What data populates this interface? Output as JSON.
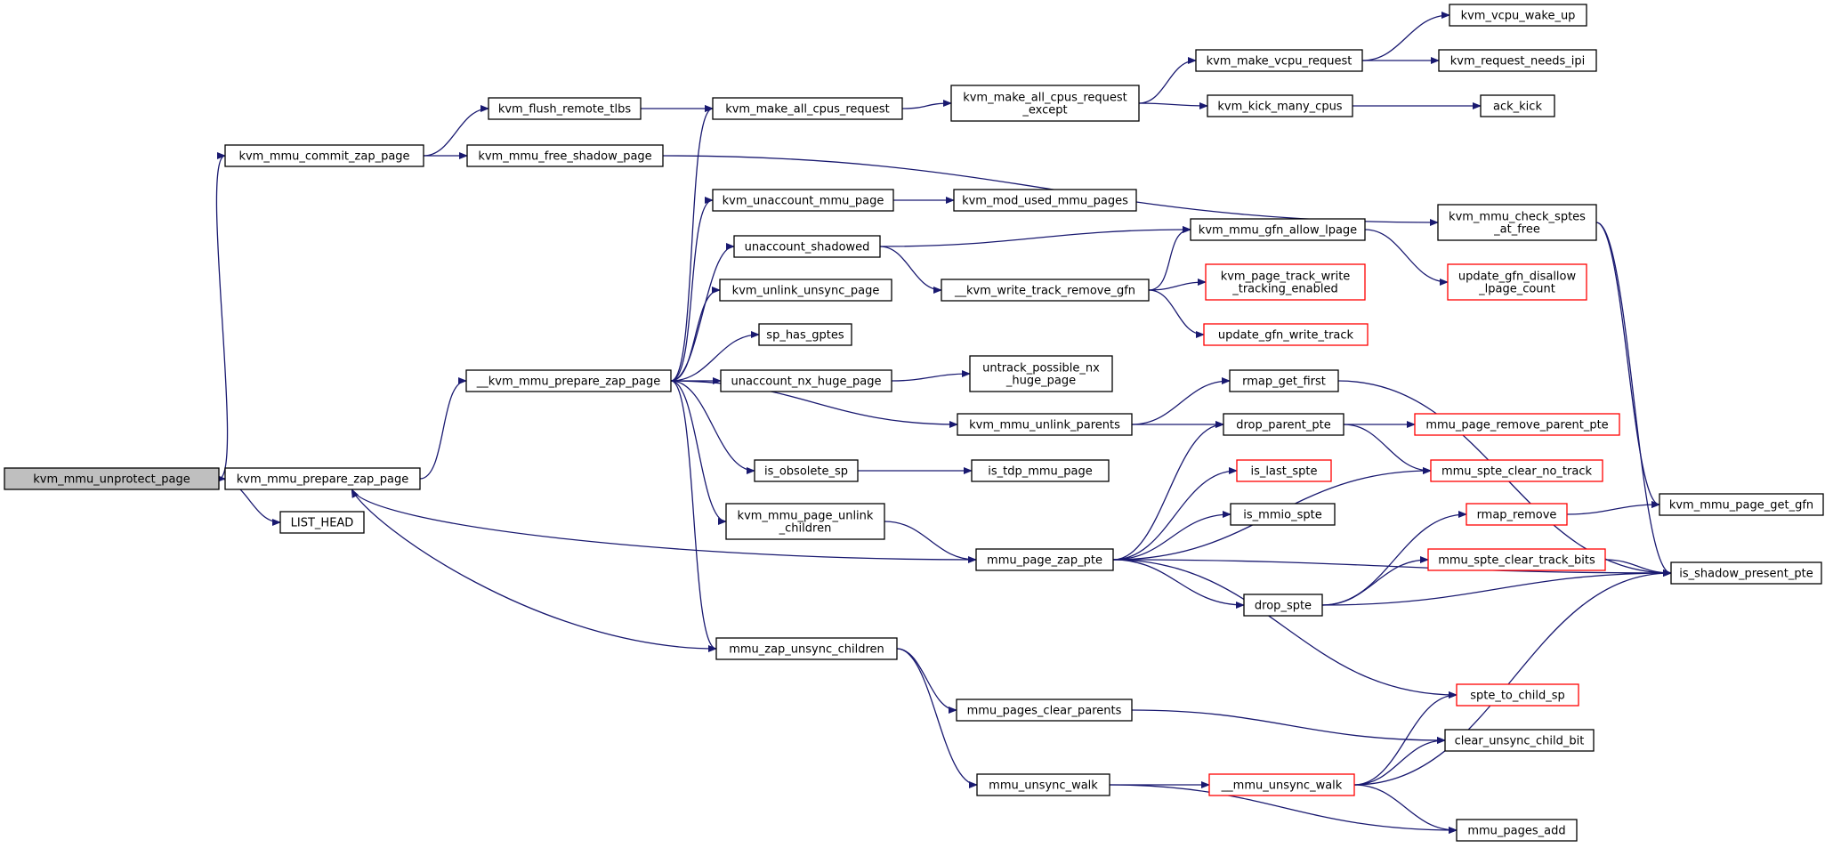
{
  "graph": {
    "type": "call-graph",
    "colors": {
      "edge": "#191970",
      "node_border": "#000000",
      "truncated_border": "#ff0000",
      "root_fill": "#bfbfbf",
      "node_fill": "#ffffff"
    },
    "nodes": [
      {
        "id": "unprotect",
        "label": [
          "kvm_mmu_unprotect_page"
        ],
        "root": true
      },
      {
        "id": "commit_zap",
        "label": [
          "kvm_mmu_commit_zap_page"
        ]
      },
      {
        "id": "prepare_zap",
        "label": [
          "kvm_mmu_prepare_zap_page"
        ]
      },
      {
        "id": "list_head",
        "label": [
          "LIST_HEAD"
        ]
      },
      {
        "id": "flush_tlbs",
        "label": [
          "kvm_flush_remote_tlbs"
        ]
      },
      {
        "id": "free_shadow",
        "label": [
          "kvm_mmu_free_shadow_page"
        ]
      },
      {
        "id": "uu_prepare_zap",
        "label": [
          "__kvm_mmu_prepare_zap_page"
        ]
      },
      {
        "id": "mmu_zap_unsync",
        "label": [
          "mmu_zap_unsync_children"
        ]
      },
      {
        "id": "make_all_req",
        "label": [
          "kvm_make_all_cpus_request"
        ]
      },
      {
        "id": "unaccount_mmu",
        "label": [
          "kvm_unaccount_mmu_page"
        ]
      },
      {
        "id": "unaccount_shadowed",
        "label": [
          "unaccount_shadowed"
        ]
      },
      {
        "id": "unlink_unsync",
        "label": [
          "kvm_unlink_unsync_page"
        ]
      },
      {
        "id": "sp_has_gptes",
        "label": [
          "sp_has_gptes"
        ]
      },
      {
        "id": "unaccount_nx",
        "label": [
          "unaccount_nx_huge_page"
        ]
      },
      {
        "id": "is_obsolete",
        "label": [
          "is_obsolete_sp"
        ]
      },
      {
        "id": "unlink_children",
        "label": [
          "kvm_mmu_page_unlink",
          "_children"
        ]
      },
      {
        "id": "make_all_except",
        "label": [
          "kvm_make_all_cpus_request",
          "_except"
        ]
      },
      {
        "id": "mod_used",
        "label": [
          "kvm_mod_used_mmu_pages"
        ]
      },
      {
        "id": "write_track_remove",
        "label": [
          "__kvm_write_track_remove_gfn"
        ]
      },
      {
        "id": "untrack_nx",
        "label": [
          "untrack_possible_nx",
          "_huge_page"
        ]
      },
      {
        "id": "unlink_parents",
        "label": [
          "kvm_mmu_unlink_parents"
        ]
      },
      {
        "id": "is_tdp",
        "label": [
          "is_tdp_mmu_page"
        ]
      },
      {
        "id": "zap_pte",
        "label": [
          "mmu_page_zap_pte"
        ]
      },
      {
        "id": "pages_clear_parents",
        "label": [
          "mmu_pages_clear_parents"
        ]
      },
      {
        "id": "unsync_walk",
        "label": [
          "mmu_unsync_walk"
        ]
      },
      {
        "id": "make_vcpu_req",
        "label": [
          "kvm_make_vcpu_request"
        ]
      },
      {
        "id": "kick_many",
        "label": [
          "kvm_kick_many_cpus"
        ]
      },
      {
        "id": "allow_lpage",
        "label": [
          "kvm_mmu_gfn_allow_lpage"
        ]
      },
      {
        "id": "track_write_enabled",
        "label": [
          "kvm_page_track_write",
          "_tracking_enabled"
        ],
        "truncated": true
      },
      {
        "id": "update_write_track",
        "label": [
          "update_gfn_write_track"
        ],
        "truncated": true
      },
      {
        "id": "rmap_get_first",
        "label": [
          "rmap_get_first"
        ]
      },
      {
        "id": "drop_parent_pte",
        "label": [
          "drop_parent_pte"
        ]
      },
      {
        "id": "is_last_spte",
        "label": [
          "is_last_spte"
        ],
        "truncated": true
      },
      {
        "id": "is_mmio_spte",
        "label": [
          "is_mmio_spte"
        ]
      },
      {
        "id": "drop_spte",
        "label": [
          "drop_spte"
        ]
      },
      {
        "id": "uu_unsync_walk",
        "label": [
          "__mmu_unsync_walk"
        ],
        "truncated": true
      },
      {
        "id": "vcpu_wake_up",
        "label": [
          "kvm_vcpu_wake_up"
        ]
      },
      {
        "id": "needs_ipi",
        "label": [
          "kvm_request_needs_ipi"
        ]
      },
      {
        "id": "ack_kick",
        "label": [
          "ack_kick"
        ]
      },
      {
        "id": "check_sptes",
        "label": [
          "kvm_mmu_check_sptes",
          "_at_free"
        ]
      },
      {
        "id": "update_disallow",
        "label": [
          "update_gfn_disallow",
          "_lpage_count"
        ],
        "truncated": true
      },
      {
        "id": "remove_parent_pte",
        "label": [
          "mmu_page_remove_parent_pte"
        ],
        "truncated": true
      },
      {
        "id": "clear_no_track",
        "label": [
          "mmu_spte_clear_no_track"
        ],
        "truncated": true
      },
      {
        "id": "rmap_remove",
        "label": [
          "rmap_remove"
        ],
        "truncated": true
      },
      {
        "id": "clear_track_bits",
        "label": [
          "mmu_spte_clear_track_bits"
        ],
        "truncated": true
      },
      {
        "id": "spte_to_child",
        "label": [
          "spte_to_child_sp"
        ],
        "truncated": true
      },
      {
        "id": "clear_unsync_child",
        "label": [
          "clear_unsync_child_bit"
        ]
      },
      {
        "id": "pages_add",
        "label": [
          "mmu_pages_add"
        ]
      },
      {
        "id": "get_gfn",
        "label": [
          "kvm_mmu_page_get_gfn"
        ]
      },
      {
        "id": "is_shadow_present",
        "label": [
          "is_shadow_present_pte"
        ]
      }
    ],
    "edges": [
      [
        "unprotect",
        "commit_zap"
      ],
      [
        "unprotect",
        "prepare_zap"
      ],
      [
        "unprotect",
        "list_head"
      ],
      [
        "commit_zap",
        "flush_tlbs"
      ],
      [
        "commit_zap",
        "free_shadow"
      ],
      [
        "prepare_zap",
        "uu_prepare_zap"
      ],
      [
        "flush_tlbs",
        "make_all_req"
      ],
      [
        "free_shadow",
        "check_sptes"
      ],
      [
        "uu_prepare_zap",
        "make_all_req"
      ],
      [
        "uu_prepare_zap",
        "unaccount_mmu"
      ],
      [
        "uu_prepare_zap",
        "unaccount_shadowed"
      ],
      [
        "uu_prepare_zap",
        "unlink_unsync"
      ],
      [
        "uu_prepare_zap",
        "sp_has_gptes"
      ],
      [
        "uu_prepare_zap",
        "unaccount_nx"
      ],
      [
        "uu_prepare_zap",
        "unlink_parents"
      ],
      [
        "uu_prepare_zap",
        "is_obsolete"
      ],
      [
        "uu_prepare_zap",
        "unlink_children"
      ],
      [
        "uu_prepare_zap",
        "mmu_zap_unsync"
      ],
      [
        "make_all_req",
        "make_all_except"
      ],
      [
        "make_all_except",
        "make_vcpu_req"
      ],
      [
        "make_all_except",
        "kick_many"
      ],
      [
        "make_vcpu_req",
        "vcpu_wake_up"
      ],
      [
        "make_vcpu_req",
        "needs_ipi"
      ],
      [
        "kick_many",
        "ack_kick"
      ],
      [
        "unaccount_mmu",
        "mod_used"
      ],
      [
        "unaccount_shadowed",
        "allow_lpage"
      ],
      [
        "unaccount_shadowed",
        "write_track_remove"
      ],
      [
        "write_track_remove",
        "allow_lpage"
      ],
      [
        "write_track_remove",
        "track_write_enabled"
      ],
      [
        "write_track_remove",
        "update_write_track"
      ],
      [
        "allow_lpage",
        "update_disallow"
      ],
      [
        "unaccount_nx",
        "untrack_nx"
      ],
      [
        "unlink_parents",
        "rmap_get_first"
      ],
      [
        "unlink_parents",
        "drop_parent_pte"
      ],
      [
        "rmap_get_first",
        "is_shadow_present"
      ],
      [
        "drop_parent_pte",
        "remove_parent_pte"
      ],
      [
        "drop_parent_pte",
        "clear_no_track"
      ],
      [
        "is_obsolete",
        "is_tdp"
      ],
      [
        "unlink_children",
        "zap_pte"
      ],
      [
        "zap_pte",
        "prepare_zap"
      ],
      [
        "zap_pte",
        "drop_parent_pte"
      ],
      [
        "zap_pte",
        "is_last_spte"
      ],
      [
        "zap_pte",
        "is_mmio_spte"
      ],
      [
        "zap_pte",
        "clear_no_track"
      ],
      [
        "zap_pte",
        "drop_spte"
      ],
      [
        "zap_pte",
        "is_shadow_present"
      ],
      [
        "zap_pte",
        "spte_to_child"
      ],
      [
        "drop_spte",
        "rmap_remove"
      ],
      [
        "drop_spte",
        "clear_track_bits"
      ],
      [
        "drop_spte",
        "is_shadow_present"
      ],
      [
        "rmap_remove",
        "get_gfn"
      ],
      [
        "clear_track_bits",
        "is_shadow_present"
      ],
      [
        "check_sptes",
        "get_gfn"
      ],
      [
        "check_sptes",
        "is_shadow_present"
      ],
      [
        "mmu_zap_unsync",
        "prepare_zap"
      ],
      [
        "mmu_zap_unsync",
        "pages_clear_parents"
      ],
      [
        "mmu_zap_unsync",
        "unsync_walk"
      ],
      [
        "pages_clear_parents",
        "clear_unsync_child"
      ],
      [
        "unsync_walk",
        "uu_unsync_walk"
      ],
      [
        "unsync_walk",
        "pages_add"
      ],
      [
        "uu_unsync_walk",
        "spte_to_child"
      ],
      [
        "uu_unsync_walk",
        "clear_unsync_child"
      ],
      [
        "uu_unsync_walk",
        "pages_add"
      ],
      [
        "uu_unsync_walk",
        "is_shadow_present"
      ]
    ]
  }
}
